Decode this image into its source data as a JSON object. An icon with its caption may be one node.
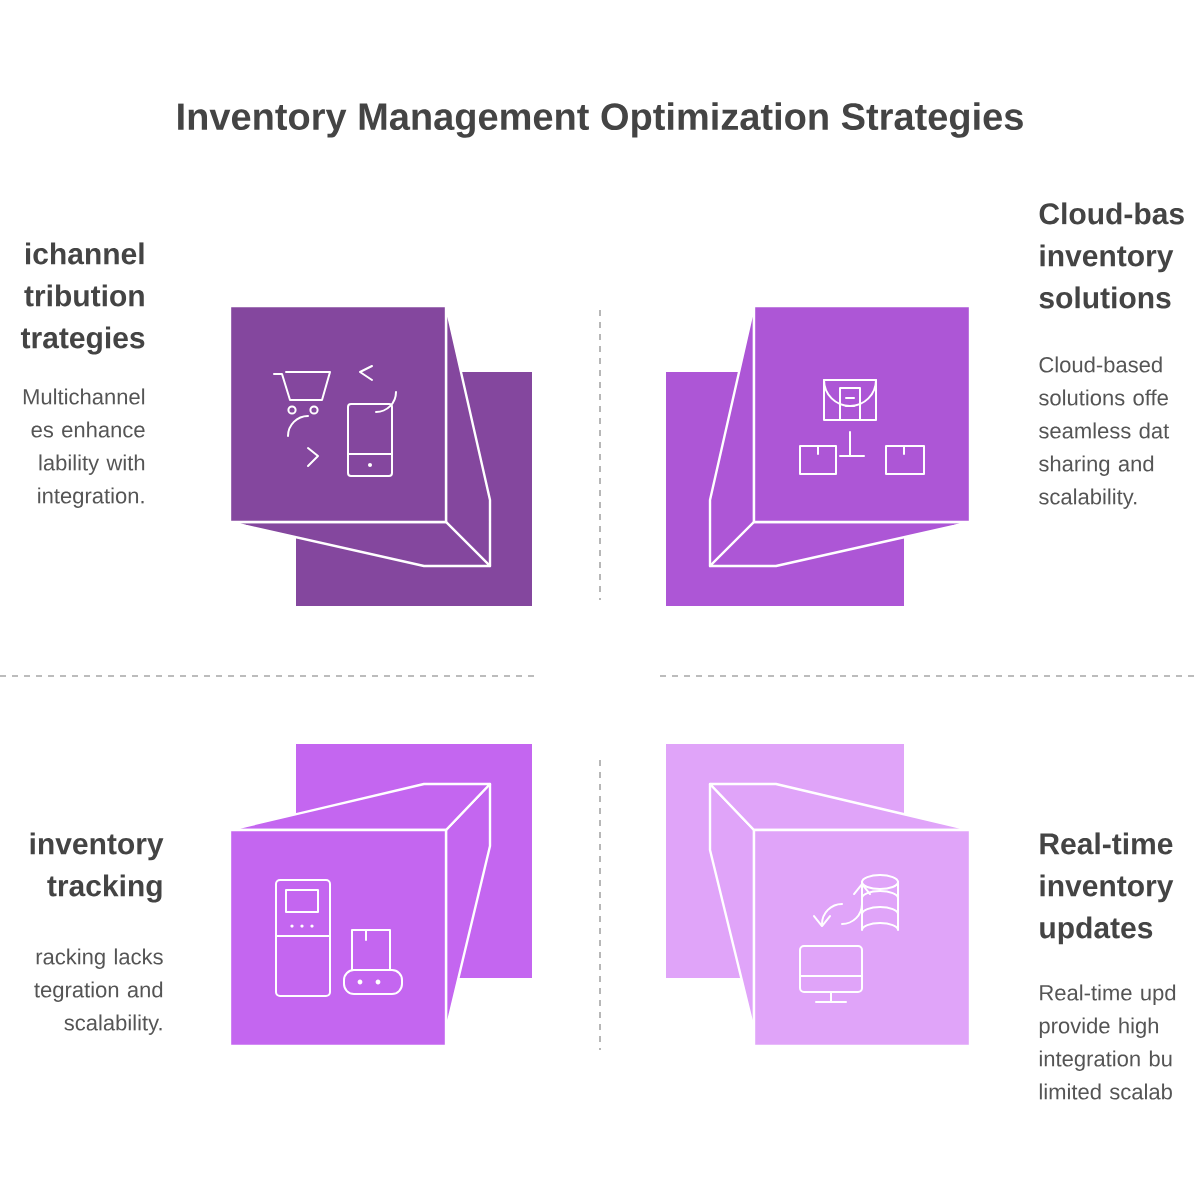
{
  "diagram": {
    "title": "Inventory Management Optimization Strategies",
    "labels": [
      "ichannel tribution trategies",
      "Multichannel es enhance lability with integration.",
      "Cloud-bas inventory solutions",
      "Cloud-based solutions offe seamless dat sharing and scalability.",
      "inventory tracking",
      "racking lacks tegration and scalability.",
      "Real-time inventory updates",
      "Real-time upd provide high integration bu limited scalab"
    ]
  }
}
